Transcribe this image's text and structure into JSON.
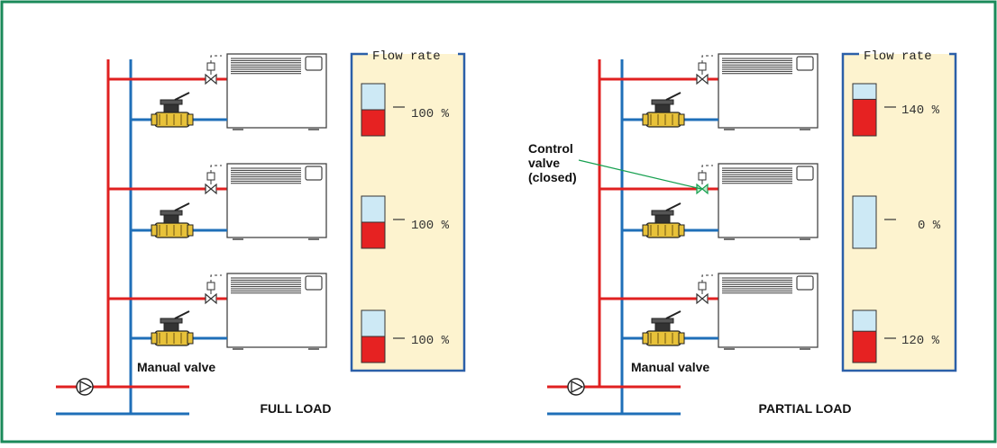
{
  "colors": {
    "frame": "#1a8a5a",
    "supply": "#e02020",
    "return": "#1f6fb8",
    "panel_bg": "#fdf3cf",
    "panel_border": "#2b5fa8",
    "fill_red": "#e62222",
    "fill_blue": "#cde9f5",
    "valve_gold": "#e8c23a",
    "callout_line": "#17a050"
  },
  "diagrams": [
    {
      "caption": "FULL LOAD",
      "manual_valve_label": "Manual valve",
      "panel_title": "Flow rate",
      "radiators": [
        {
          "flow_label": "100 %",
          "fill_fraction": 0.5,
          "control_valve": "open"
        },
        {
          "flow_label": "100 %",
          "fill_fraction": 0.5,
          "control_valve": "open"
        },
        {
          "flow_label": "100 %",
          "fill_fraction": 0.5,
          "control_valve": "open"
        }
      ]
    },
    {
      "caption": "PARTIAL LOAD",
      "manual_valve_label": "Manual valve",
      "panel_title": "Flow rate",
      "control_valve_callout": [
        "Control",
        "valve",
        "(closed)"
      ],
      "radiators": [
        {
          "flow_label": "140 %",
          "fill_fraction": 0.7,
          "control_valve": "open"
        },
        {
          "flow_label": "0 %",
          "fill_fraction": 0.0,
          "control_valve": "closed"
        },
        {
          "flow_label": "120 %",
          "fill_fraction": 0.6,
          "control_valve": "open"
        }
      ]
    }
  ]
}
